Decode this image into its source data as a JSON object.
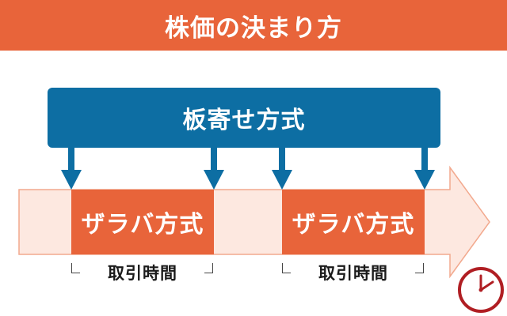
{
  "title": "株価の決まり方",
  "itayose": {
    "label": "板寄せ方式"
  },
  "zaraba": [
    {
      "label": "ザラバ方式"
    },
    {
      "label": "ザラバ方式"
    }
  ],
  "trading_hours": [
    {
      "label": "取引時間"
    },
    {
      "label": "取引時間"
    }
  ],
  "icons": [
    "clock-icon"
  ],
  "colors": {
    "title_bar": "#e8643a",
    "itayose_box": "#0d6ea3",
    "zaraba_box": "#e8643a",
    "timeline_fill": "#fde8e0",
    "timeline_stroke": "#f2a98e",
    "arrow": "#0d6ea3",
    "clock_ring": "#b01e23"
  }
}
